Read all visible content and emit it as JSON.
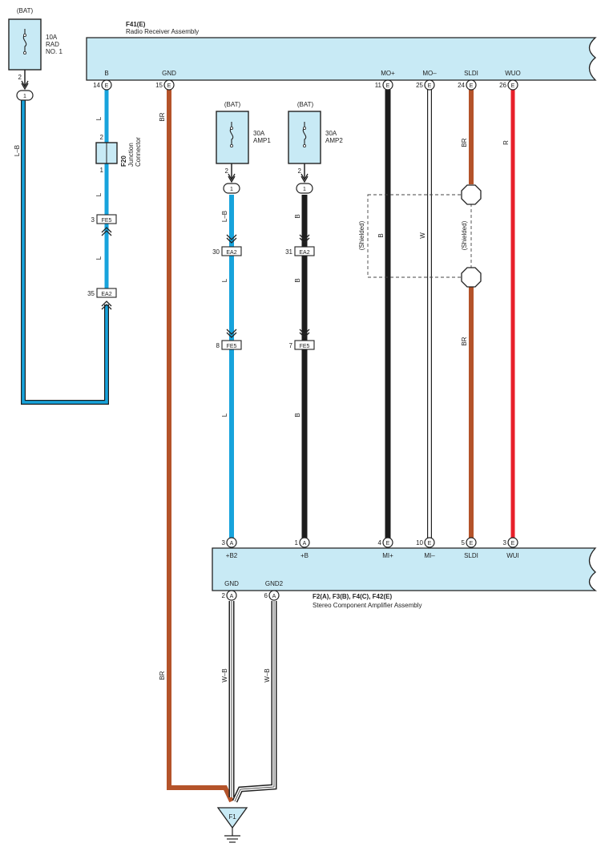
{
  "colors": {
    "wire_LB": "#17a3dc",
    "wire_BR": "#b4532a",
    "wire_B": "#1c1c1c",
    "wire_R": "#e8202a",
    "wire_W": "#ffffff",
    "component_fill": "#c8eaf5"
  },
  "radio": {
    "ref": "F41(E)",
    "name": "Radio Receiver Assembly",
    "pins": [
      {
        "num": "14",
        "conn": "E",
        "label": "B"
      },
      {
        "num": "15",
        "conn": "E",
        "label": "GND"
      },
      {
        "num": "11",
        "conn": "E",
        "label": "MO+"
      },
      {
        "num": "25",
        "conn": "E",
        "label": "MO–"
      },
      {
        "num": "24",
        "conn": "E",
        "label": "SLDI"
      },
      {
        "num": "26",
        "conn": "E",
        "label": "WUO"
      }
    ]
  },
  "amplifier": {
    "ref": "F2(A), F3(B), F4(C), F42(E)",
    "name": "Stereo Component Amplifier Assembly",
    "top_pins": [
      {
        "num": "3",
        "conn": "A",
        "label": "+B2"
      },
      {
        "num": "1",
        "conn": "A",
        "label": "+B"
      },
      {
        "num": "4",
        "conn": "E",
        "label": "MI+"
      },
      {
        "num": "10",
        "conn": "E",
        "label": "MI–"
      },
      {
        "num": "5",
        "conn": "E",
        "label": "SLDI"
      },
      {
        "num": "3",
        "conn": "E",
        "label": "WUI"
      }
    ],
    "bottom_pins": [
      {
        "num": "2",
        "conn": "A",
        "label": "GND"
      },
      {
        "num": "6",
        "conn": "A",
        "label": "GND2"
      }
    ]
  },
  "fuses": [
    {
      "supply": "(BAT)",
      "rating": "10A",
      "name_line1": "RAD",
      "name_line2": "NO. 1",
      "pin": "2",
      "tab": "1"
    },
    {
      "supply": "(BAT)",
      "rating": "30A",
      "name_line1": "AMP1",
      "name_line2": "",
      "pin": "2",
      "tab": "1"
    },
    {
      "supply": "(BAT)",
      "rating": "30A",
      "name_line1": "AMP2",
      "name_line2": "",
      "pin": "2",
      "tab": "1"
    }
  ],
  "junction": {
    "ref": "F20",
    "name_line1": "Junction",
    "name_line2": "Connector",
    "pin_top": "2",
    "pin_bottom": "1"
  },
  "inline_connectors": [
    {
      "pin": "3",
      "name": "FE5"
    },
    {
      "pin": "35",
      "name": "EA2"
    },
    {
      "pin": "30",
      "name": "EA2"
    },
    {
      "pin": "31",
      "name": "EA2"
    },
    {
      "pin": "8",
      "name": "FE5"
    },
    {
      "pin": "7",
      "name": "FE5"
    }
  ],
  "wire_labels": {
    "LB": "L–B",
    "L": "L",
    "BR": "BR",
    "B": "B",
    "W": "W",
    "R": "R",
    "WB": "W–B"
  },
  "shielded_label": "(Shielded)",
  "ground": {
    "name": "F1"
  }
}
